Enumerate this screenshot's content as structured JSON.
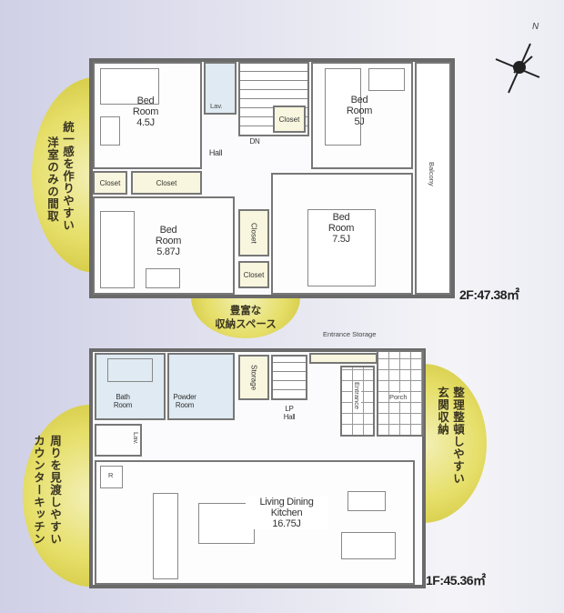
{
  "compass": {
    "north_label": "N"
  },
  "floor2": {
    "area_label": "2F:47.38㎡",
    "rooms": {
      "bed1": {
        "name": "Bed",
        "name2": "Room",
        "size": "4.5J"
      },
      "bed2": {
        "name": "Bed",
        "name2": "Room",
        "size": "5J"
      },
      "bed3": {
        "name": "Bed",
        "name2": "Room",
        "size": "5.87J"
      },
      "bed4": {
        "name": "Bed",
        "name2": "Room",
        "size": "7.5J"
      },
      "lav": "Lav.",
      "hall": "Hall",
      "dn": "DN",
      "closet": "Closet",
      "balcony": "Balcony"
    },
    "callout_left": {
      "line1": "統一感を作りやすい",
      "line2": "洋室のみの間取"
    },
    "callout_bottom": {
      "line1": "豊富な",
      "line2": "収納スペース"
    }
  },
  "floor1": {
    "area_label": "1F:45.36㎡",
    "rooms": {
      "bath": {
        "name": "Bath",
        "name2": "Room"
      },
      "powder": {
        "name": "Powder",
        "name2": "Room"
      },
      "storage": "Storage",
      "entrance_storage": "Entrance Storage",
      "entrance": "Entrance",
      "porch": "Porch",
      "lp": "LP",
      "hall": "Hall",
      "lav": "Lav.",
      "ldk": {
        "name": "Living Dining",
        "name2": "Kitchen",
        "size": "16.75J"
      },
      "r_mark": "R"
    },
    "callout_left": {
      "line1": "周りを見渡しやすい",
      "line2": "カウンターキッチン"
    },
    "callout_right": {
      "line1": "整理整頓しやすい",
      "line2": "玄関収納"
    }
  }
}
